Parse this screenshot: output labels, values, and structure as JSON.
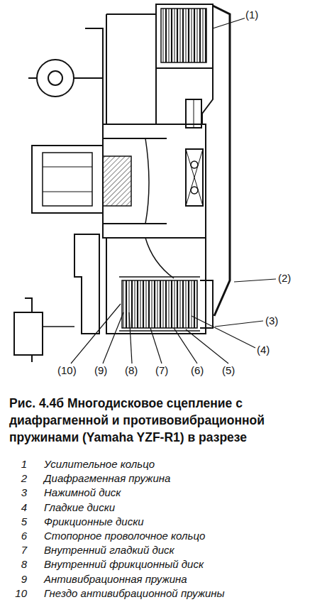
{
  "diagram": {
    "caption": "Рис. 4.4б Многодисковое сцепление с диафрагменной и противовибрационной пружинами (Yamaha YZF-R1) в разрезе",
    "labels": [
      "(1)",
      "(2)",
      "(3)",
      "(4)",
      "(10)",
      "(9)",
      "(8)",
      "(7)",
      "(6)",
      "(5)",
      "1",
      "Усилительное кольцо",
      "2",
      "Диафрагменная пружина",
      "3",
      "Нажимной диск",
      "4",
      "Гладкие диски",
      "5",
      "Фрикционные диски",
      "6",
      "Стопорное проволочное кольцо",
      "7",
      "Внутренний гладкий диск",
      "8",
      "Внутренний фрикционный диск",
      "9",
      "Антивибрационная пружина",
      "10",
      "Гнездо антивибрационной пружины"
    ]
  }
}
